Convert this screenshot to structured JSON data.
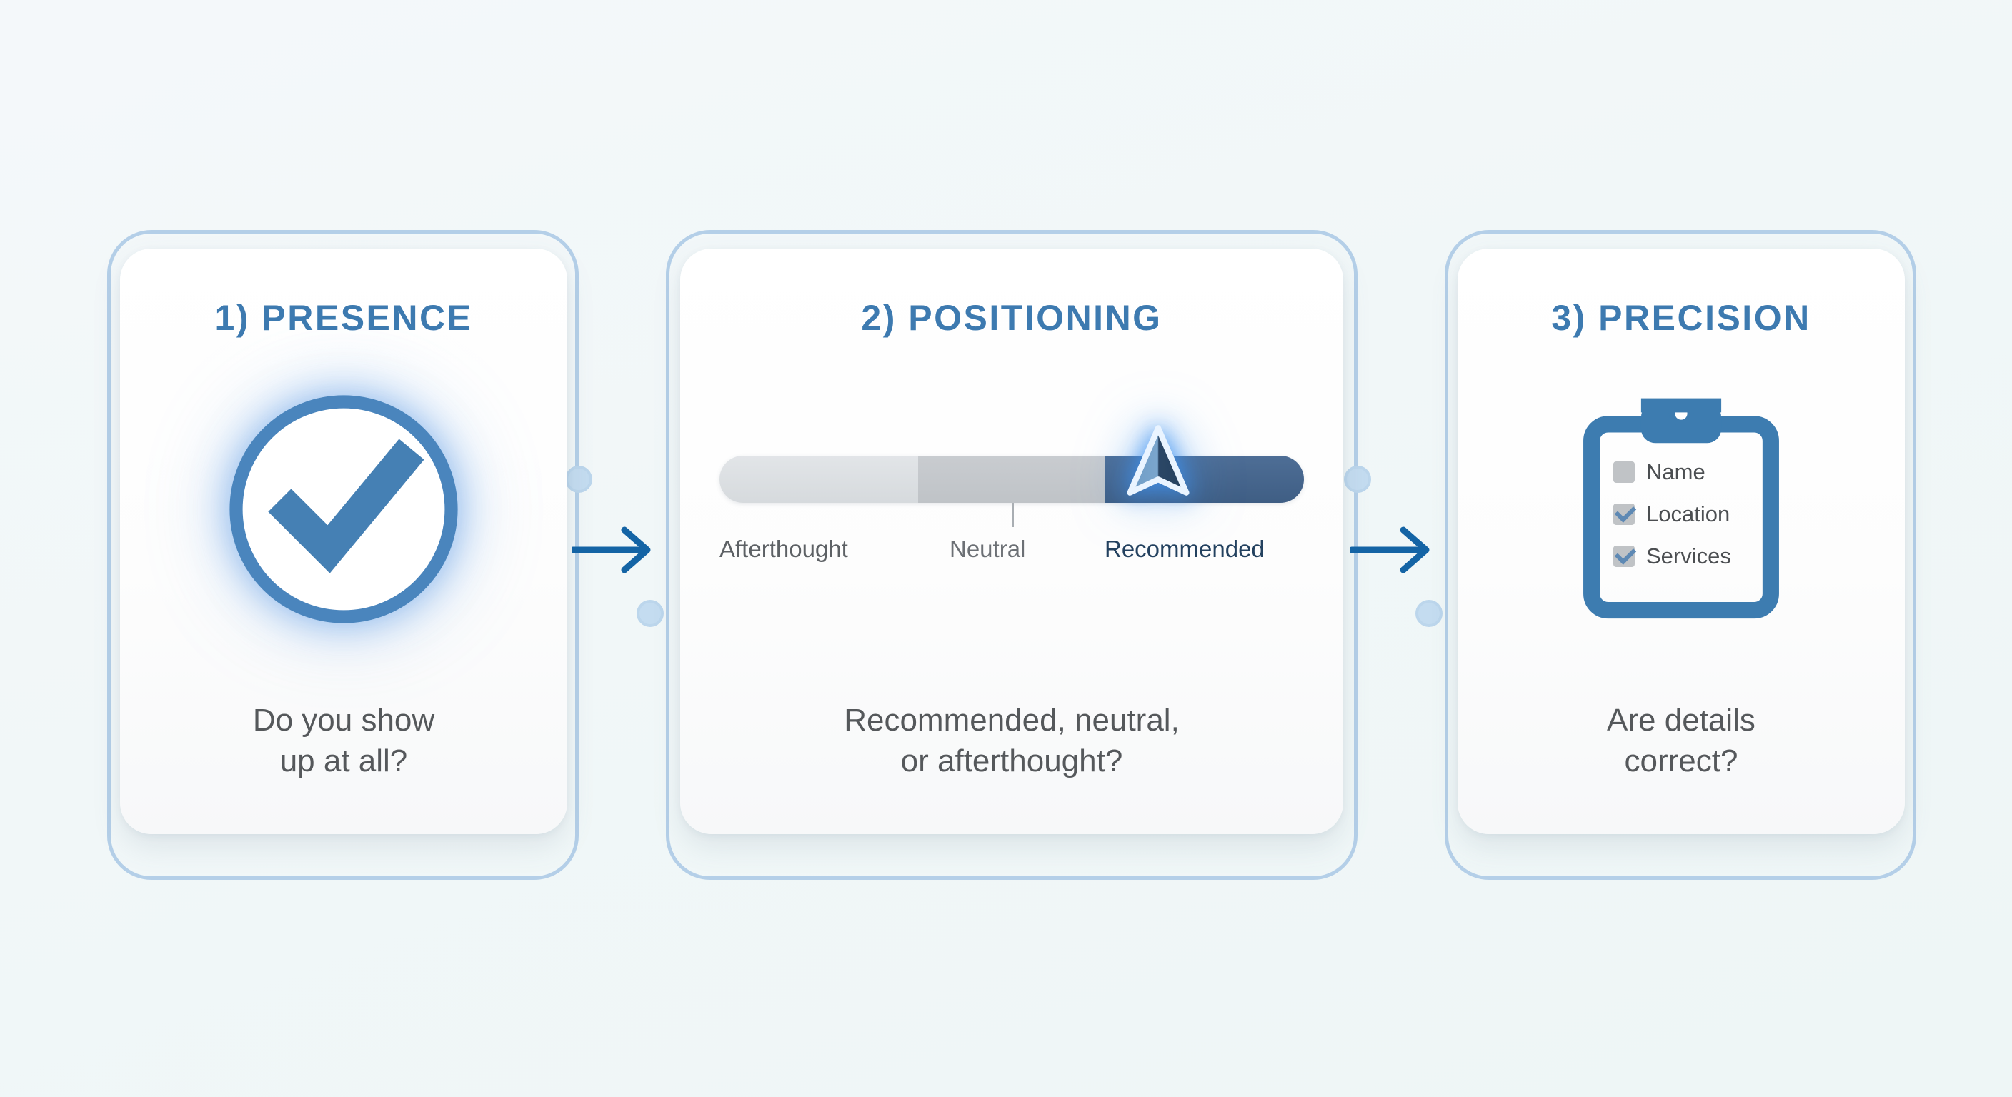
{
  "background_color": "#f2f7f9",
  "accent_color": "#3d7ab0",
  "frame_color": "#b4cfe8",
  "arrow_color": "#1464a5",
  "steps": [
    {
      "title": "1) PRESENCE",
      "caption_line1": "Do you show",
      "caption_line2": "up at all?",
      "icon": "check-circle-icon"
    },
    {
      "title": "2) POSITIONING",
      "caption_line1": "Recommended, neutral,",
      "caption_line2": "or afterthought?",
      "icon": "navigation-arrow-icon"
    },
    {
      "title": "3) PRECISION",
      "caption_line1": "Are details",
      "caption_line2": "correct?",
      "icon": "clipboard-icon"
    }
  ],
  "slider": {
    "labels": {
      "afterthought": "Afterthought",
      "neutral": "Neutral",
      "recommended": "Recommended"
    },
    "segments": [
      {
        "name": "afterthought",
        "color": "#dcdfe2"
      },
      {
        "name": "neutral",
        "color": "#c3c6ca"
      },
      {
        "name": "recommended",
        "color": "#46638a"
      }
    ],
    "marker_position": "recommended"
  },
  "checklist": [
    {
      "label": "Name",
      "checked": false
    },
    {
      "label": "Location",
      "checked": true
    },
    {
      "label": "Services",
      "checked": true
    }
  ],
  "connectors": [
    {
      "from": "1",
      "to": "2",
      "glyph": "arrow-right"
    },
    {
      "from": "2",
      "to": "3",
      "glyph": "arrow-right"
    }
  ]
}
